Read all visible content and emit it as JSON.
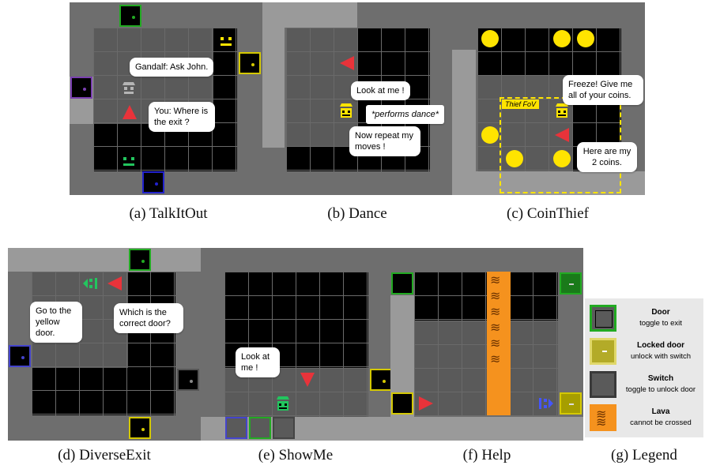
{
  "captions": {
    "a": "(a) TalkItOut",
    "b": "(b) Dance",
    "c": "(c) CoinThief",
    "d": "(d) DiverseExit",
    "e": "(e) ShowMe",
    "f": "(f) Help",
    "g": "(g) Legend"
  },
  "bubbles": {
    "talk_gandalf": "Gandalf: Ask John.",
    "talk_you": "You: Where is the exit ?",
    "dance_look": "Look at me !",
    "dance_performs": "*performs dance*",
    "dance_repeat": "Now repeat my moves !",
    "coin_freeze": "Freeze! Give me all of your coins.",
    "coin_here": "Here are my 2 coins.",
    "coin_fov": "Thief FoV",
    "diverse_go": "Go to the yellow door.",
    "diverse_which": "Which is the correct door?",
    "showme_look": "Look at me !"
  },
  "legend": {
    "door_title": "Door",
    "door_sub": "toggle to exit",
    "locked_title": "Locked door",
    "locked_sub": "unlock with switch",
    "switch_title": "Switch",
    "switch_sub": "toggle to unlock door",
    "lava_title": "Lava",
    "lava_sub": "cannot be crossed"
  },
  "colors": {
    "agent_red": "#e8333a",
    "npc_yellow": "#ffe400",
    "npc_green": "#22c55e",
    "door_green": "#22aa22",
    "door_yellow": "#d4c800",
    "door_blue": "#2222cc",
    "door_purple": "#7a3fb0",
    "lava": "#f5921e",
    "fov_yellow": "#ffe400"
  }
}
